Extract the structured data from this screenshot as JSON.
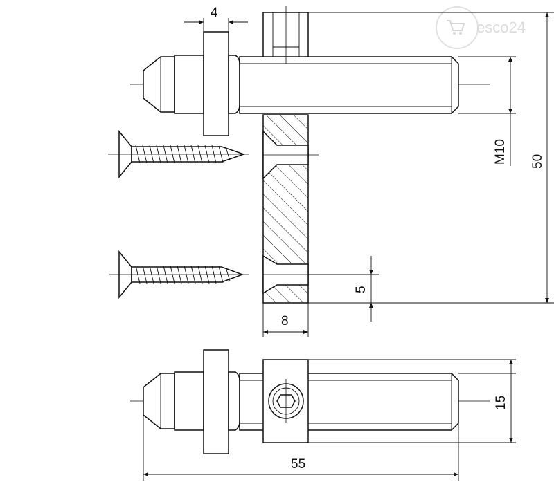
{
  "watermark": {
    "text": "esco24",
    "icon": "shopping-cart-icon",
    "color": "#d6d6d6"
  },
  "dimensions": {
    "flange_thickness": "4",
    "thread": "M10",
    "overall_height": "50",
    "bottom_offset": "5",
    "plate_thickness": "8",
    "body_width": "15",
    "overall_length": "55"
  },
  "colors": {
    "line": "#111111",
    "background": "#ffffff"
  }
}
